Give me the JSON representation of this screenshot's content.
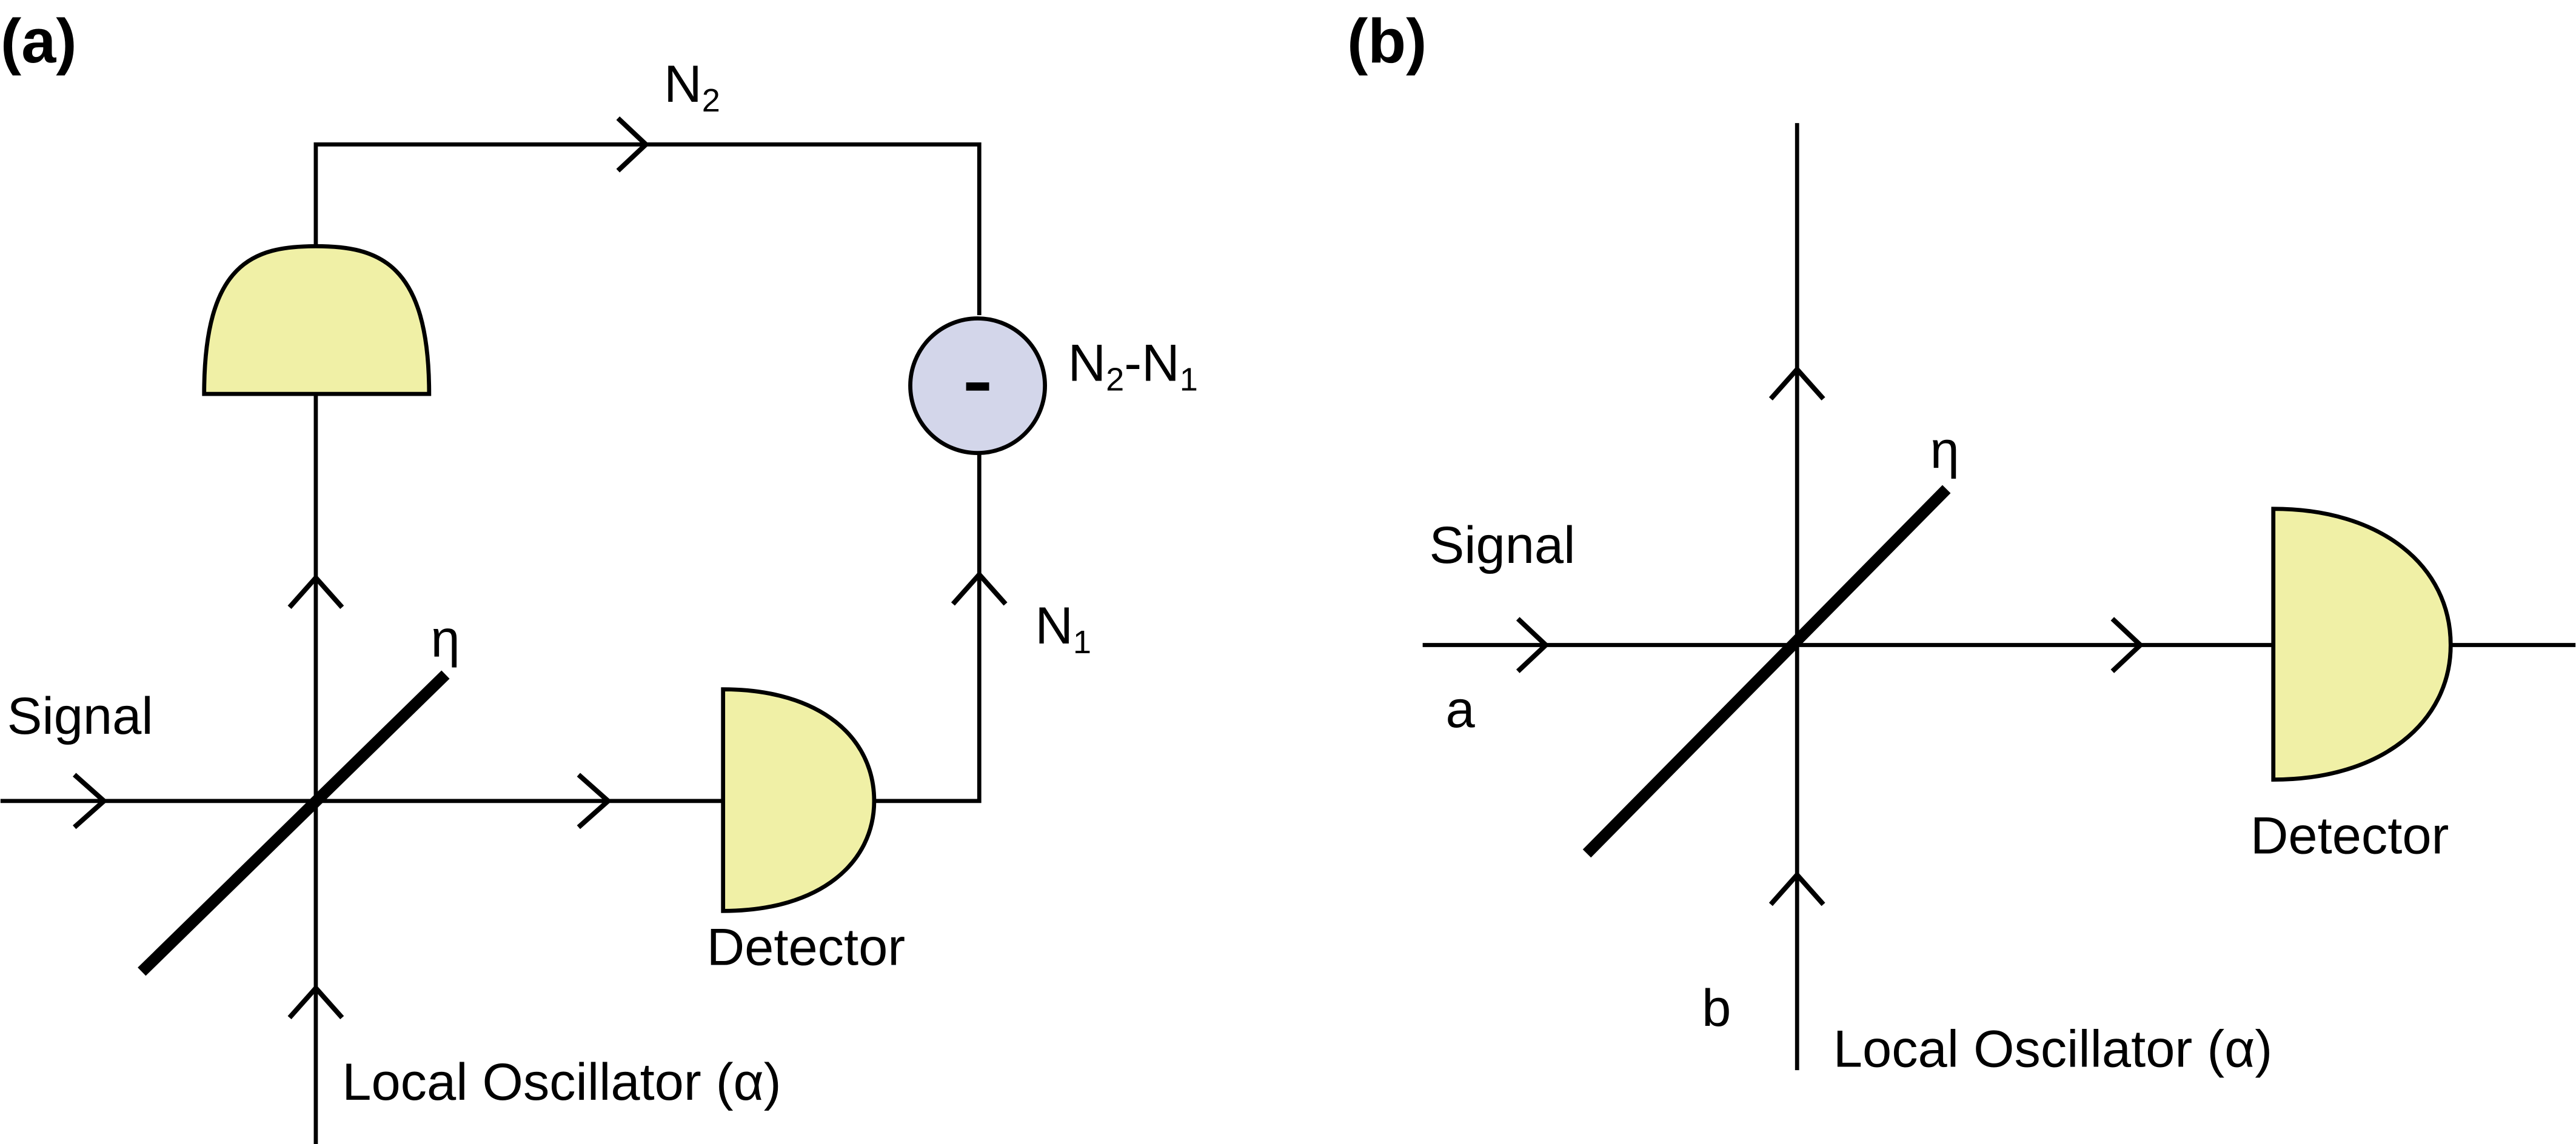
{
  "panel_a": {
    "label": "(a)",
    "signal": "Signal",
    "eta": "η",
    "local_oscillator": "Local Oscillator (α)",
    "detector": "Detector",
    "n1": "N",
    "n1_sub": "1",
    "n2": "N",
    "n2_sub": "2",
    "diff": "N",
    "diff_sub1": "2",
    "diff_mid": "-N",
    "diff_sub2": "1",
    "subtractor_symbol": "-"
  },
  "panel_b": {
    "label": "(b)",
    "signal": "Signal",
    "a": "a",
    "b": "b",
    "eta": "η",
    "local_oscillator": "Local Oscillator (α)",
    "detector": "Detector"
  },
  "colors": {
    "detector_fill": "#f0f0a6",
    "subtractor_fill": "#d3d6ea",
    "line": "#000000"
  }
}
